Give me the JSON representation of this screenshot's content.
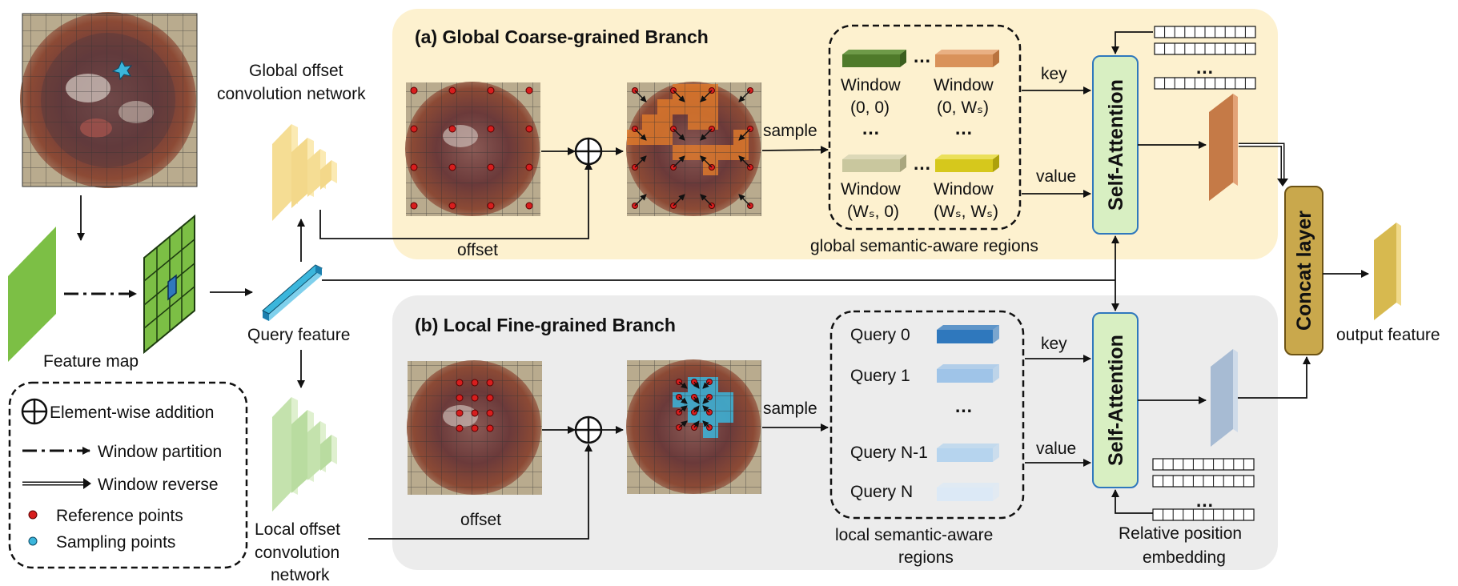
{
  "colors": {
    "global_bg": "#fdf1cf",
    "local_bg": "#ececec",
    "self_attention": "#d8efc2",
    "concat": "#c9a84c",
    "reference_point": "#d71e1e",
    "sampling_point": "#2fa8d8",
    "feature_map": "#7cbf45",
    "orange_patch": "#e07a2b",
    "cyan_patch": "#3bb6dc"
  },
  "global_branch": {
    "title": "(a) Global Coarse-grained Branch",
    "sample_label": "sample",
    "offset_label": "offset",
    "key_label": "key",
    "value_label": "value",
    "regions_label": "global semantic-aware regions",
    "ellipsis": "…",
    "windows": [
      {
        "name": "Window",
        "idx": "(0, 0)",
        "color": "#4f7a2a"
      },
      {
        "name": "Window",
        "idx": "(0, Wₛ)",
        "color": "#d9925a"
      },
      {
        "name": "Window",
        "idx": "(Wₛ, 0)",
        "color": "#c9c79e"
      },
      {
        "name": "Window",
        "idx": "(Wₛ, Wₛ)",
        "color": "#d6c81c"
      }
    ]
  },
  "local_branch": {
    "title": "(b) Local Fine-grained Branch",
    "sample_label": "sample",
    "offset_label": "offset",
    "key_label": "key",
    "value_label": "value",
    "regions_label_1": "local semantic-aware",
    "regions_label_2": "regions",
    "ellipsis": "…",
    "queries": [
      {
        "label": "Query 0",
        "color": "#2f78bd"
      },
      {
        "label": "Query 1",
        "color": "#9fc4e8"
      },
      {
        "label": "Query N-1",
        "color": "#b6d4ee"
      },
      {
        "label": "Query N",
        "color": "#dce9f6"
      }
    ]
  },
  "left": {
    "global_offset_net_1": "Global offset",
    "global_offset_net_2": "convolution network",
    "local_offset_net_1": "Local offset",
    "local_offset_net_2": "convolution",
    "local_offset_net_3": "network",
    "feature_map": "Feature map",
    "query_feature": "Query feature"
  },
  "self_attention_label": "Self-Attention",
  "concat_label": "Concat layer",
  "output_label": "output feature",
  "relative_position_1": "Relative position",
  "relative_position_2": "embedding",
  "legend": {
    "addition": "Element-wise addition",
    "partition": "Window partition",
    "reverse": "Window reverse",
    "reference": "Reference points",
    "sampling": "Sampling points"
  }
}
